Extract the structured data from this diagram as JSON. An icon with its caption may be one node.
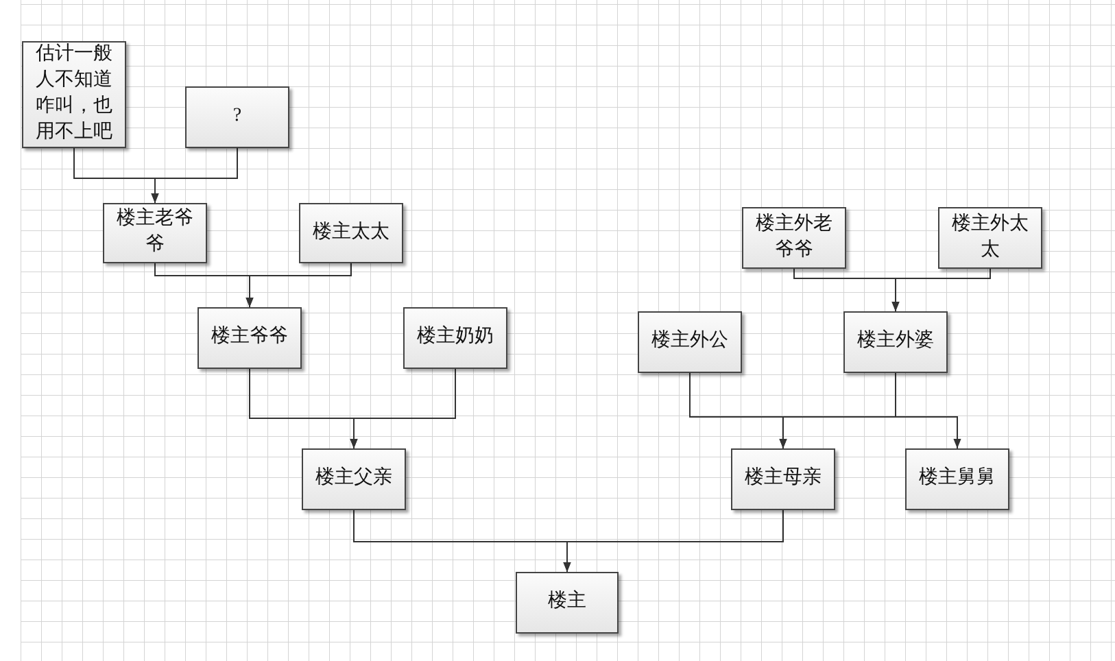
{
  "diagram": {
    "nodes": [
      {
        "text": [
          "估计一般人不知道咋叫，也用不上吧"
        ]
      },
      {
        "text": [
          "?"
        ]
      },
      {
        "text": [
          "楼主老爷爷"
        ]
      },
      {
        "text": [
          "楼主太太"
        ]
      },
      {
        "text": [
          "楼主外老爷爷"
        ]
      },
      {
        "text": [
          "楼主外太太"
        ]
      },
      {
        "text": [
          "楼主爷爷"
        ]
      },
      {
        "text": [
          "楼主奶奶"
        ]
      },
      {
        "text": [
          "楼主外公"
        ]
      },
      {
        "text": [
          "楼主外婆"
        ]
      },
      {
        "text": [
          "楼主父亲"
        ]
      },
      {
        "text": [
          "楼主母亲"
        ]
      },
      {
        "text": [
          "楼主舅舅"
        ]
      },
      {
        "text": [
          "楼主"
        ]
      }
    ],
    "edges": [
      {
        "from": 0,
        "to": 2,
        "arrow": "to"
      },
      {
        "from": 1,
        "to": 2,
        "arrow": "to"
      },
      {
        "from": 2,
        "to": 6,
        "arrow": "to"
      },
      {
        "from": 3,
        "to": 6,
        "arrow": "to"
      },
      {
        "from": 4,
        "to": 9,
        "arrow": "to"
      },
      {
        "from": 5,
        "to": 9,
        "arrow": "to"
      },
      {
        "from": 6,
        "to": 10,
        "arrow": "to"
      },
      {
        "from": 7,
        "to": 10,
        "arrow": "to"
      },
      {
        "from": 8,
        "to": 11,
        "arrow": "to"
      },
      {
        "from": 9,
        "to": 11,
        "arrow": "to"
      },
      {
        "from": 9,
        "to": 12,
        "arrow": "to"
      },
      {
        "from": 10,
        "to": 13,
        "arrow": "to"
      },
      {
        "from": 11,
        "to": 13,
        "arrow": "to"
      }
    ]
  }
}
